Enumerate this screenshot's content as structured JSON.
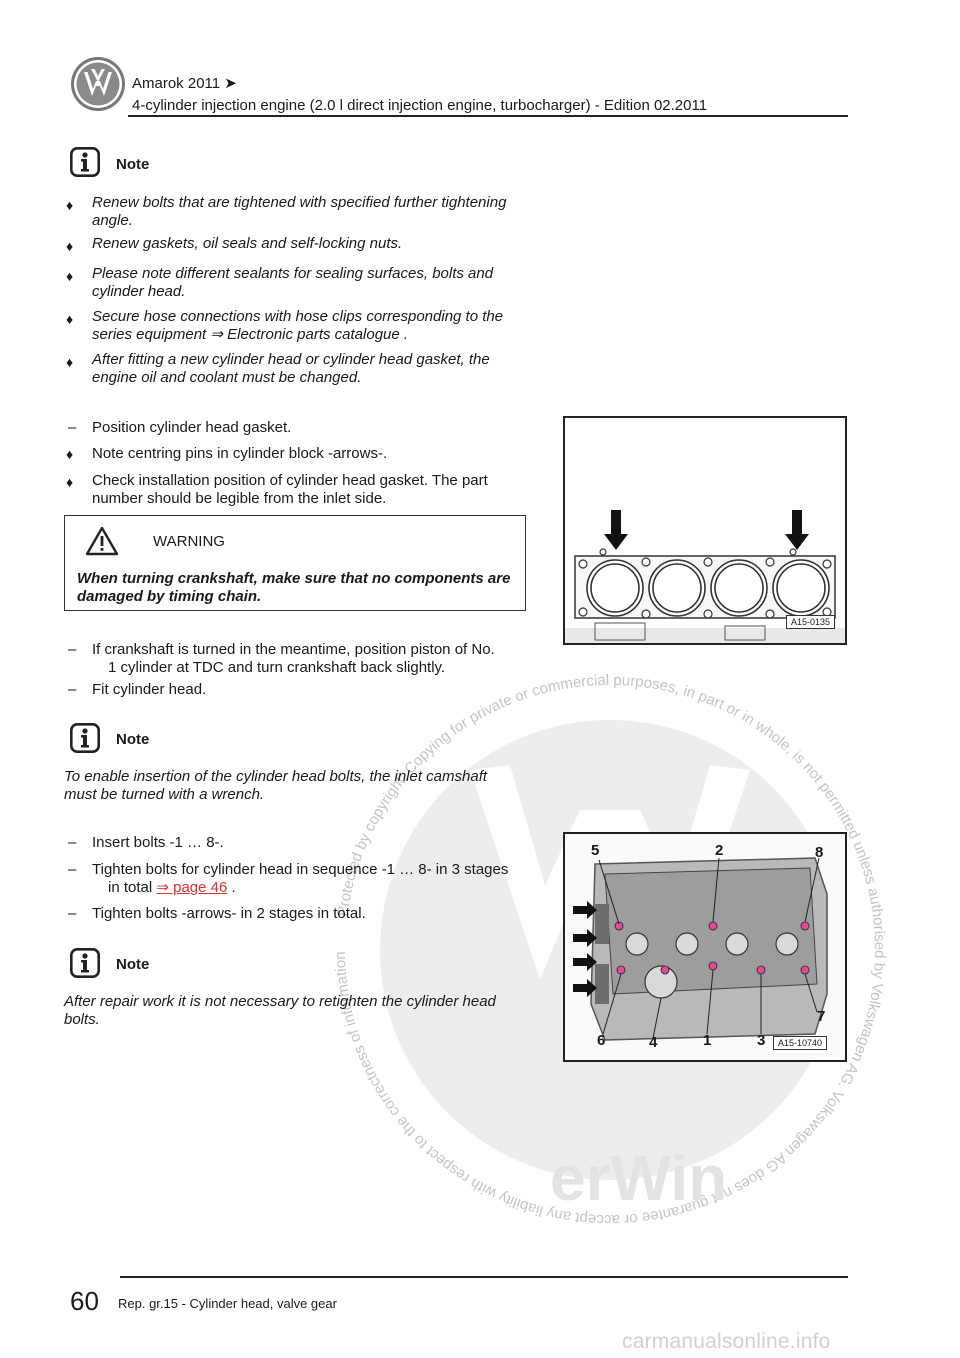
{
  "header": {
    "model": "Amarok 2011 ➤",
    "title": "4-cylinder injection engine (2.0 l direct injection engine, turbocharger) - Edition 02.2011"
  },
  "note1": {
    "label": "Note",
    "items": [
      [
        "Renew bolts that are tightened with specified further tightening",
        "angle."
      ],
      [
        "Renew gaskets, oil seals and self-locking nuts."
      ],
      [
        "Please note different sealants for sealing surfaces, bolts and",
        "cylinder head."
      ],
      [
        "Secure hose connections with hose clips corresponding to the",
        "series equipment ⇒  Electronic parts catalogue ."
      ],
      [
        "After fitting a new cylinder head or cylinder head gasket, the",
        "engine oil and coolant must be changed."
      ]
    ]
  },
  "steps1": {
    "position_gasket": "Position cylinder head gasket.",
    "note_pins": "Note centring pins in cylinder block -arrows-.",
    "check_1": "Check installation position of cylinder head gasket. The part",
    "check_2": "number should be legible from the inlet side."
  },
  "warning": {
    "label": "WARNING",
    "line1": "When turning crankshaft, make sure that no components are",
    "line2": "damaged by timing chain."
  },
  "steps2": {
    "crank_1": "If crankshaft is turned in the meantime, position piston of No.",
    "crank_2": "1 cylinder at TDC and turn crankshaft back slightly.",
    "fit_head": "Fit cylinder head."
  },
  "note2": {
    "label": "Note",
    "line1": "To enable insertion of the cylinder head bolts, the inlet camshaft",
    "line2": "must be turned with a wrench."
  },
  "steps3": {
    "insert": "Insert bolts -1 … 8-.",
    "tighten_1": "Tighten bolts for cylinder head in sequence -1 … 8- in 3 stages",
    "tighten_2_pre": "in total ",
    "tighten_2_link": "⇒ page 46",
    "tighten_2_post": " .",
    "arrows": "Tighten bolts -arrows- in 2 stages in total."
  },
  "note3": {
    "label": "Note",
    "line1": "After repair work it is not necessary to retighten the cylinder head",
    "line2": "bolts."
  },
  "figure1": {
    "label": "A15-0135"
  },
  "figure2": {
    "label": "A15-10740",
    "numbers": [
      "5",
      "2",
      "8",
      "7",
      "6",
      "4",
      "1",
      "3"
    ]
  },
  "watermark": {
    "text": "Protected by copyright. Copying for private or commercial purposes, in part or in whole, is not permitted unless authorised by Volkswagen AG. Volkswagen AG does not guarantee or accept any liability with respect to the correctness of information in this document. Copyright by Volkswagen AG.",
    "brand": "erWin"
  },
  "footer": {
    "page": "60",
    "chapter": "Rep. gr.15 - Cylinder head, valve gear",
    "site": "carmanualsonline.info"
  },
  "symbols": {
    "bullet": "♦",
    "dash": "–",
    "info_icon": "info-icon",
    "warning_icon": "warning-triangle-icon"
  }
}
